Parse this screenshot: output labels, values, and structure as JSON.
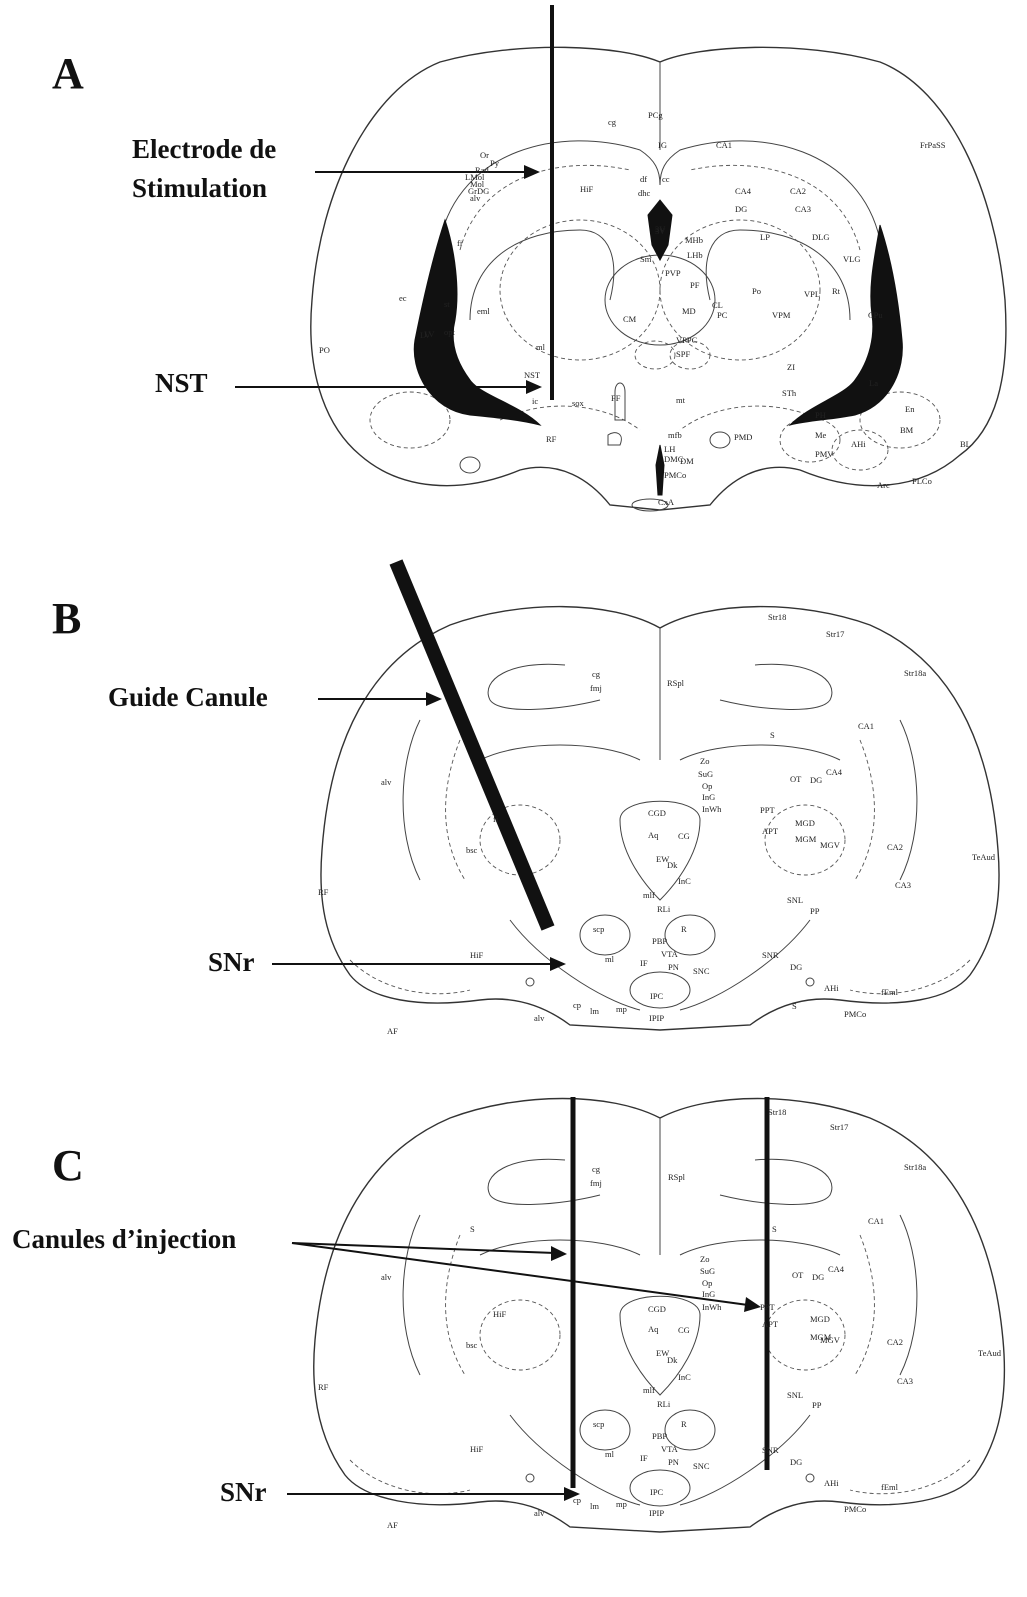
{
  "panels": [
    {
      "letter": "A",
      "callouts": [
        "Electrode de Stimulation",
        "NST"
      ],
      "atlas_labels": [
        "PCg",
        "cg",
        "IG",
        "CA1",
        "FrPaSS",
        "Or",
        "Py",
        "Rad",
        "LMol",
        "Mol",
        "GrDG",
        "alv",
        "df",
        "cc",
        "dhc",
        "HiF",
        "CA4",
        "CA2",
        "DG",
        "CA3",
        "3V",
        "MHb",
        "LHb",
        "LP",
        "DLG",
        "VLG",
        "fi",
        "eml",
        "Sm",
        "PVP",
        "PF",
        "CL",
        "Po",
        "VPM",
        "VPL",
        "Rt",
        "CPu",
        "ec",
        "st",
        "opt",
        "LV",
        "CM",
        "MD",
        "PC",
        "VPPC",
        "ml",
        "SPF",
        "ZI",
        "STh",
        "La",
        "En",
        "NST",
        "ic",
        "sox",
        "FF",
        "mt",
        "PH",
        "Me",
        "AHi",
        "BM",
        "BL",
        "PO",
        "RF",
        "mfb",
        "PMD",
        "LH",
        "DMC",
        "DM",
        "PMV",
        "PMCo",
        "Arc",
        "PLCo",
        "CxA",
        "InfS"
      ],
      "ventricle_labels": [
        "LV",
        "3V"
      ]
    },
    {
      "letter": "B",
      "callouts": [
        "Guide Canule",
        "SNr"
      ],
      "atlas_labels": [
        "Str18",
        "Str17",
        "Str18a",
        "RSpl",
        "cg",
        "fmj",
        "S",
        "CA1",
        "Zo",
        "SuG",
        "Op",
        "InG",
        "InWh",
        "OT",
        "DG",
        "CA4",
        "PPT",
        "MGD",
        "CGD",
        "Aq",
        "CG",
        "APT",
        "MGM",
        "MGV",
        "CA2",
        "TeAud",
        "EW",
        "Dk",
        "InC",
        "CA3",
        "mlf",
        "RLi",
        "SNL",
        "PP",
        "scp",
        "R",
        "PBP",
        "VTA",
        "SNR",
        "IF",
        "PN",
        "SNC",
        "DG",
        "ml",
        "IPC",
        "IPIP",
        "cp",
        "lm",
        "mp",
        "RF",
        "HiF",
        "AHi",
        "PMCo",
        "AF",
        "alv",
        "fEml",
        "S",
        "fi",
        "bsc",
        "alv",
        "an"
      ]
    },
    {
      "letter": "C",
      "callouts": [
        "Canules d’injection",
        "SNr"
      ],
      "atlas_labels": [
        "Str18",
        "Str17",
        "Str18a",
        "RSpl",
        "cg",
        "fmj",
        "S",
        "CA1",
        "Zo",
        "SuG",
        "Op",
        "InG",
        "InWh",
        "OT",
        "DG",
        "CA4",
        "PPT",
        "MGD",
        "CGD",
        "Aq",
        "CG",
        "APT",
        "MGM",
        "MGV",
        "CA2",
        "TeAud",
        "EW",
        "Dk",
        "InC",
        "CA3",
        "mlf",
        "RLi",
        "SNL",
        "PP",
        "scp",
        "R",
        "PBP",
        "VTA",
        "SNR",
        "IF",
        "PN",
        "SNC",
        "DG",
        "ml",
        "IPC",
        "IPIP",
        "cp",
        "lm",
        "mp",
        "RF",
        "HiF",
        "AHi",
        "PMCo",
        "AF",
        "alv",
        "fEml",
        "S",
        "HiF",
        "bsc",
        "alv",
        "an"
      ]
    }
  ]
}
